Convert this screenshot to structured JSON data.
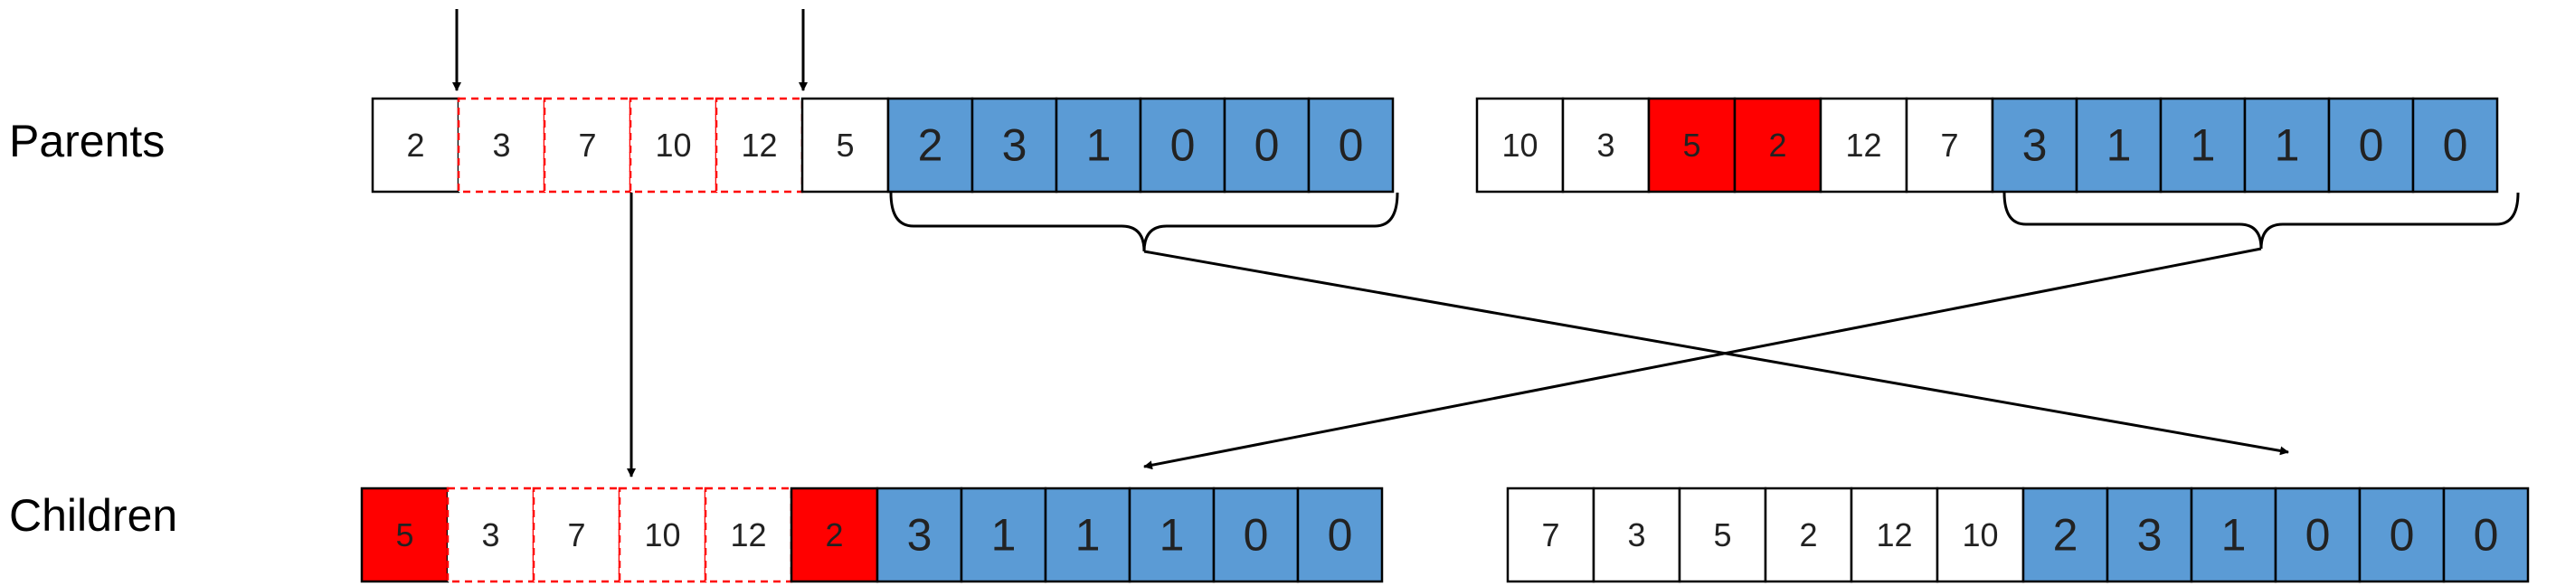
{
  "labels": {
    "parents": "Parents",
    "children": "Children"
  },
  "colors": {
    "white": "#ffffff",
    "red": "#ff0000",
    "blue": "#5b9bd5",
    "dashed_border": "#ff0000",
    "border": "#000000",
    "arrow": "#000000"
  },
  "parent1": [
    {
      "text": "2",
      "color": "white"
    },
    {
      "text": "3",
      "color": "white",
      "dashed": true
    },
    {
      "text": "7",
      "color": "white",
      "dashed": true
    },
    {
      "text": "10",
      "color": "white",
      "dashed": true
    },
    {
      "text": "12",
      "color": "white",
      "dashed": true
    },
    {
      "text": "5",
      "color": "white"
    },
    {
      "text": "2",
      "color": "blue"
    },
    {
      "text": "3",
      "color": "blue"
    },
    {
      "text": "1",
      "color": "blue"
    },
    {
      "text": "0",
      "color": "blue"
    },
    {
      "text": "0",
      "color": "blue"
    },
    {
      "text": "0",
      "color": "blue"
    }
  ],
  "parent2": [
    {
      "text": "10",
      "color": "white"
    },
    {
      "text": "3",
      "color": "white"
    },
    {
      "text": "5",
      "color": "red"
    },
    {
      "text": "2",
      "color": "red"
    },
    {
      "text": "12",
      "color": "white"
    },
    {
      "text": "7",
      "color": "white"
    },
    {
      "text": "3",
      "color": "blue"
    },
    {
      "text": "1",
      "color": "blue"
    },
    {
      "text": "1",
      "color": "blue"
    },
    {
      "text": "1",
      "color": "blue"
    },
    {
      "text": "0",
      "color": "blue"
    },
    {
      "text": "0",
      "color": "blue"
    }
  ],
  "child1": [
    {
      "text": "5",
      "color": "red"
    },
    {
      "text": "3",
      "color": "white",
      "dashed": true
    },
    {
      "text": "7",
      "color": "white",
      "dashed": true
    },
    {
      "text": "10",
      "color": "white",
      "dashed": true
    },
    {
      "text": "12",
      "color": "white",
      "dashed": true
    },
    {
      "text": "2",
      "color": "red"
    },
    {
      "text": "3",
      "color": "blue"
    },
    {
      "text": "1",
      "color": "blue"
    },
    {
      "text": "1",
      "color": "blue"
    },
    {
      "text": "1",
      "color": "blue"
    },
    {
      "text": "0",
      "color": "blue"
    },
    {
      "text": "0",
      "color": "blue"
    }
  ],
  "child2": [
    {
      "text": "7",
      "color": "white"
    },
    {
      "text": "3",
      "color": "white"
    },
    {
      "text": "5",
      "color": "white"
    },
    {
      "text": "2",
      "color": "white"
    },
    {
      "text": "12",
      "color": "white"
    },
    {
      "text": "10",
      "color": "white"
    },
    {
      "text": "2",
      "color": "blue"
    },
    {
      "text": "3",
      "color": "blue"
    },
    {
      "text": "1",
      "color": "blue"
    },
    {
      "text": "0",
      "color": "blue"
    },
    {
      "text": "0",
      "color": "blue"
    },
    {
      "text": "0",
      "color": "blue"
    }
  ]
}
